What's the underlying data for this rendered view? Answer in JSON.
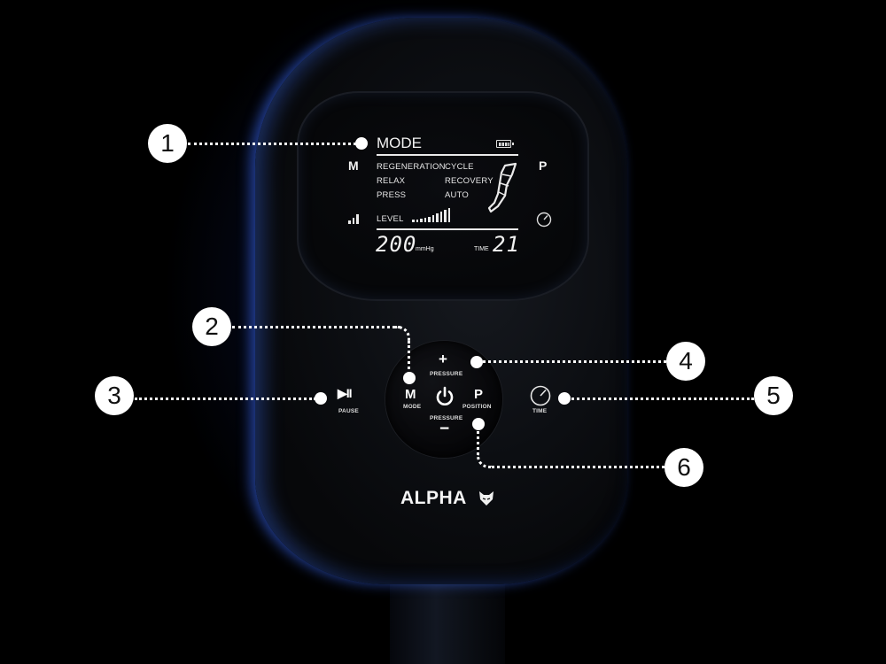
{
  "screen": {
    "mode_title": "MODE",
    "m_indicator": "M",
    "p_indicator": "P",
    "modes": [
      [
        "REGENERATION",
        "CYCLE"
      ],
      [
        "RELAX",
        "RECOVERY"
      ],
      [
        "PRESS",
        "AUTO"
      ]
    ],
    "level_label": "LEVEL",
    "pressure_value": "200",
    "pressure_unit": "mmHg",
    "time_label": "TIME",
    "time_value": "21"
  },
  "controls": {
    "plus": "+",
    "minus": "−",
    "pressure_up_label": "PRESSURE",
    "pressure_down_label": "PRESSURE",
    "mode_glyph": "M",
    "mode_label": "MODE",
    "position_glyph": "P",
    "position_label": "POSITION",
    "pause_glyph": "▶II",
    "pause_label": "PAUSE",
    "time_label": "TIME"
  },
  "brand": "ALPHA",
  "callouts": [
    "1",
    "2",
    "3",
    "4",
    "5",
    "6"
  ],
  "icons": {
    "battery": "battery-icon",
    "signal": "signal-icon",
    "dial": "dial-icon",
    "power": "power-icon",
    "leg": "leg-icon",
    "wolf": "wolf-logo-icon"
  }
}
